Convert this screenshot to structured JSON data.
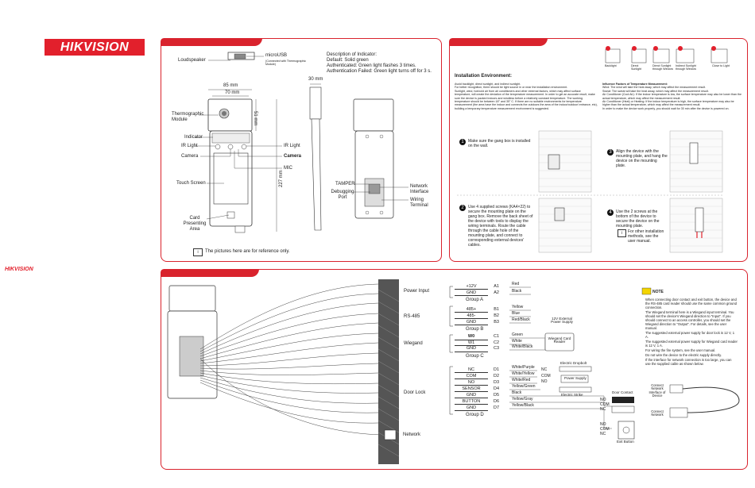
{
  "brand": "HIKVISION",
  "panel1": {
    "labels": {
      "loudspeaker": "Loudspeaker",
      "microusb": "microUSB",
      "microusb_sub": "(Connected with Thermographic Module)",
      "thermo": "Thermographic Module",
      "indicator": "Indicator",
      "ir_left": "IR Light",
      "ir_right": "IR Light",
      "camera_left": "Camera",
      "camera_right": "Camera",
      "mic": "MIC",
      "touch": "Touch Screen",
      "card": "Card Presenting Area",
      "tamper": "TAMPER",
      "debug": "Debugging Port",
      "network": "Network Interface",
      "wiring": "Wiring Terminal",
      "dim_85": "85 mm",
      "dim_70": "70 mm",
      "dim_51": "51 mm",
      "dim_227": "227 mm",
      "dim_30": "30 mm"
    },
    "indicator_desc": [
      "Description of Indicator:",
      "Default: Solid green",
      "Authenticated: Green light flashes 3 times.",
      "Authentication Failed: Green light turns off for 3 s."
    ],
    "reference_note": "The pictures here are for reference only."
  },
  "panel2": {
    "env_title": "Installation Environment:",
    "env_left": [
      "Avoid backlight, direct sunlight, and indirect sunlight.",
      "For better recognition, there should be light source in or near the installation environment.",
      "Sunlight, wind, hot/cold air from air conditioners and other external factors, which may affect surface temperature, will create the deviation of the temperature measurement. In order to get an accurate result, make sure the device is packed indoors and windless before a relatively constant temperature. The working temperature should be between 18° and 35° C. If there are no suitable environments for temperature measurement (the area have the indoor and connects the outdoors the area of the indoor/outdoor/ entrance, etc), building a temporary temperature measurement environment is suggested."
    ],
    "env_right": [
      "Influence Factors of Temperature Measurement:",
      "Wind: The wind will take the heat away, which may affect the measurement result.",
      "Sweat: The sweat will take the heat away, which may affect the measurement result.",
      "Air Conditioner (Cool Air): If the indoor temperature is low, the surface temperature may also be lower than the actual temperature, which may affect the measurement result.",
      "Air Conditioner (Heat) or Heating: If the indoor temperature is high, the surface temperature may also be higher than the actual temperature, which may affect the measurement result.",
      "In order to make the device work properly, you should wait for 30 min after the device is powered on."
    ],
    "light_icons": [
      "Backlight",
      "Direct Sunlight",
      "Direct Sunlight through Window",
      "Indirect Sunlight through Window",
      "Close to Light"
    ],
    "steps": [
      {
        "num": "1",
        "text": "Make sure the gang box is installed on the wall."
      },
      {
        "num": "2",
        "text": "Use 4 supplied screws (KA4×22) to secure the mounting plate on the gang box. Remove the back sheet of the device with tools to display the wiring terminals. Route the cable through the cable hole of the mounting plate, and connect to corresponding external devices' cables."
      },
      {
        "num": "3",
        "text": "Align the device with the mounting plate, and hang the device on the mounting plate."
      },
      {
        "num": "4",
        "text": "Use the 2 screws at the bottom of the device to secure the device on the mounting plate."
      }
    ],
    "step4_note": "For other installation methods, see the user manual."
  },
  "panel3": {
    "groups": [
      {
        "name": "Power Input",
        "group": "Group A",
        "pins": [
          {
            "sig": "+12V",
            "id": "A1",
            "color": "Red"
          },
          {
            "sig": "GND",
            "id": "A2",
            "color": "Black"
          }
        ]
      },
      {
        "name": "RS-485",
        "group": "Group B",
        "pins": [
          {
            "sig": "485+",
            "id": "B1",
            "color": "Yellow"
          },
          {
            "sig": "485-",
            "id": "B2",
            "color": "Blue"
          },
          {
            "sig": "GND",
            "id": "B3",
            "color": "Red/Black"
          }
        ]
      },
      {
        "name": "Wiegand",
        "group": "Group C",
        "pins": [
          {
            "sig": "W0",
            "id": "C1",
            "color": "Green"
          },
          {
            "sig": "W1",
            "id": "C2",
            "color": "White"
          },
          {
            "sig": "GND",
            "id": "C3",
            "color": "White/Black"
          }
        ]
      },
      {
        "name": "Door Lock",
        "group": "Group D",
        "pins": [
          {
            "sig": "NC",
            "id": "D1",
            "color": "White/Purple"
          },
          {
            "sig": "COM",
            "id": "D2",
            "color": "White/Yellow"
          },
          {
            "sig": "NO",
            "id": "D3",
            "color": "White/Red"
          },
          {
            "sig": "SENSOR",
            "id": "D4",
            "color": "Yellow/Green"
          },
          {
            "sig": "GND",
            "id": "D5",
            "color": "Black"
          },
          {
            "sig": "BUTTON",
            "id": "D6",
            "color": "Yellow/Gray"
          },
          {
            "sig": "GND",
            "id": "D7",
            "color": "Yellow/Black"
          }
        ]
      }
    ],
    "network_label": "Network",
    "ext_power": "12V External Power Supply",
    "wiegand_reader": "Wiegand Card Reader",
    "dropbolt": "Electric Dropbolt",
    "power_supply": "Power Supply",
    "strike": "Electric Strike",
    "door_contact": "Door Contact",
    "exit_button": "Exit Button",
    "lock_terms": [
      "NC",
      "COM",
      "NO"
    ],
    "strike_terms": [
      "NO",
      "COM",
      "NC"
    ],
    "button_terms": [
      "NO",
      "COM",
      "NC"
    ],
    "note_title": "NOTE",
    "notes": [
      "When connecting door contact and exit button, the device and the RS-485 card reader should use the same common ground connection.",
      "The Wiegand terminal here is a Wiegand input terminal. You should set the device's Wiegand direction to \"Input\". If you should connect to an access controller, you should set the Wiegand direction to \"Output\". For details, see the user manual.",
      "The suggested external power supply for door lock is 12 V, 1 A.",
      "The suggested external power supply for Wiegand card reader is 12 V, 1 A.",
      "For wiring the fire system, see the user manual.",
      "Do not wire the device to the electric supply directly.",
      "If the interface for network connection is too large, you can use the supplied cable as shown below."
    ],
    "connect_device": "Connect Network Interface of Device",
    "connect_network": "Connect Network"
  }
}
